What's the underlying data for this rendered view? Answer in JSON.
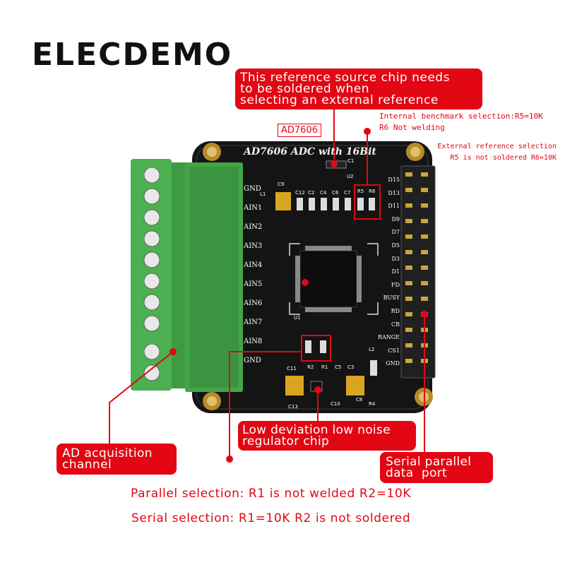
{
  "brand": "ELECDEMO",
  "board": {
    "title": "AD7606 ADC with 16Bit",
    "chip_tag": "AD7606",
    "left_pins": [
      "GND",
      "AIN1",
      "AIN2",
      "AIN3",
      "AIN4",
      "AIN5",
      "AIN6",
      "AIN7",
      "AIN8",
      "GND"
    ],
    "right_pins": [
      "D15",
      "D13",
      "D11",
      "D9",
      "D7",
      "D5",
      "D3",
      "D1",
      "FD",
      "BUSY",
      "RD",
      "CB",
      "RANGE",
      "CS1",
      "GND"
    ],
    "top_parts": [
      "L1",
      "C9",
      "C12",
      "C2",
      "C4",
      "C6",
      "C7",
      "R5",
      "R6",
      "U2",
      "C1"
    ],
    "bottom_parts": [
      "R2",
      "R1",
      "C11",
      "C5",
      "C3",
      "L2",
      "C13",
      "C10",
      "C8",
      "R4",
      "U1"
    ]
  },
  "callouts": {
    "reference_chip": [
      "This reference source chip needs",
      "to be soldered when",
      "selecting an external reference"
    ],
    "ad_channel": [
      "AD acquisition",
      "channel"
    ],
    "regulator": [
      "Low deviation low noise",
      "regulator chip"
    ],
    "serial_parallel": [
      "Serial parallel",
      "data  port"
    ]
  },
  "notes": {
    "internal": [
      "Internal benchmark selection:R5=10K",
      "R6 Not welding"
    ],
    "external": [
      "External reference selection",
      "R5 is not soldered R6=10K"
    ]
  },
  "bottom_text": {
    "parallel": "Parallel selection: R1 is not welded R2=10K",
    "serial": "Serial selection: R1=10K R2 is not soldered"
  },
  "colors": {
    "accent": "#e30613",
    "pcb": "#141414",
    "terminal": "#4caf50"
  }
}
